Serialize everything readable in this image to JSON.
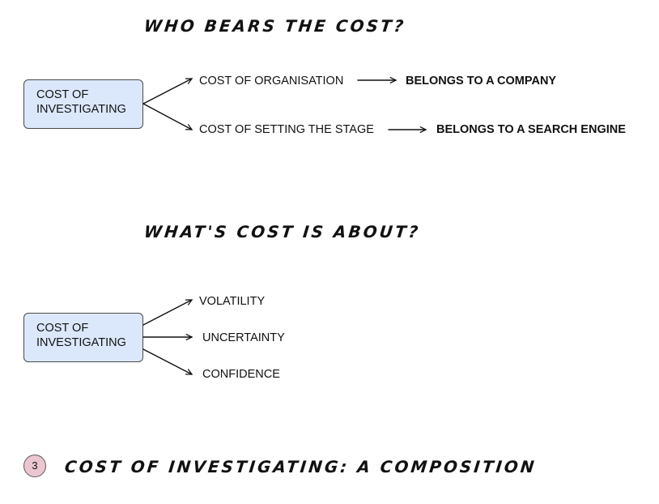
{
  "sections": [
    {
      "heading": "WHO BEARS THE COST?",
      "source": [
        "COST OF",
        "INVESTIGATING"
      ],
      "branches": [
        {
          "label": "COST OF ORGANISATION",
          "result": "BELONGS TO A COMPANY"
        },
        {
          "label": "COST OF SETTING THE STAGE",
          "result": "BELONGS TO A SEARCH ENGINE"
        }
      ]
    },
    {
      "heading": "WHAT'S COST IS ABOUT?",
      "source": [
        "COST OF",
        "INVESTIGATING"
      ],
      "branches": [
        {
          "label": "VOLATILITY"
        },
        {
          "label": "UNCERTAINTY"
        },
        {
          "label": "CONFIDENCE"
        }
      ]
    }
  ],
  "footer": {
    "badge": "3",
    "title": "COST OF INVESTIGATING: A COMPOSITION"
  },
  "colors": {
    "box_fill": "#dbe8fb",
    "badge_fill": "#ebc6d0",
    "stroke": "#111111"
  }
}
